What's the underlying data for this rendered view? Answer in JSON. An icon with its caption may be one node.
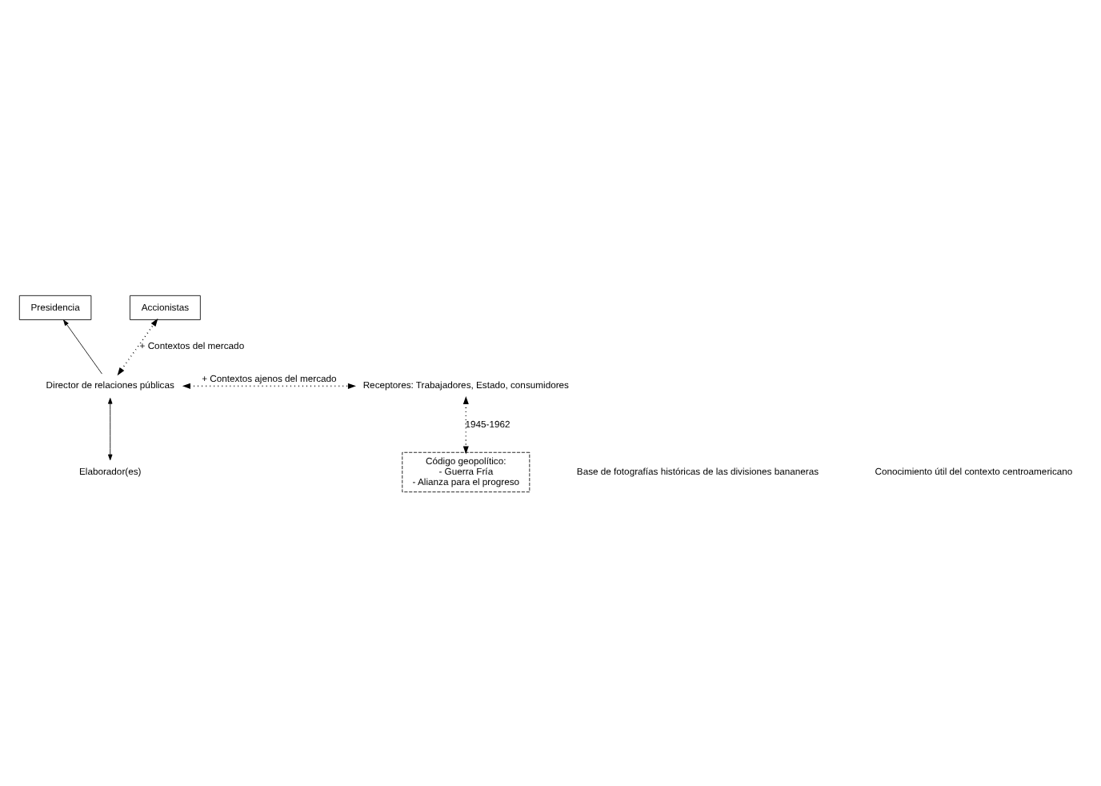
{
  "diagram": {
    "nodes": [
      {
        "text": [
          "Presidencia"
        ]
      },
      {
        "text": [
          "Director de relaciones públicas"
        ]
      },
      {
        "text": [
          "Elaborador(es)"
        ]
      },
      {
        "text": [
          "Accionistas"
        ]
      },
      {
        "text": [
          "Receptores: Trabajadores, Estado, consumidores"
        ]
      },
      {
        "text": [
          "Código geopolítico:",
          "- Guerra Fría",
          "- Alianza para el progreso"
        ]
      }
    ],
    "edges": [
      {
        "from": 1,
        "to": 0,
        "arrow": "to"
      },
      {
        "from": 1,
        "to": 2,
        "arrow": "both"
      },
      {
        "from": 1,
        "to": 3,
        "arrow": "both",
        "style": "dashed",
        "label": "+ Contextos del mercado"
      },
      {
        "from": 1,
        "to": 4,
        "arrow": "both",
        "style": "dashed",
        "label": "+ Contextos ajenos del mercado"
      },
      {
        "from": 4,
        "to": 5,
        "arrow": "both",
        "style": "dashed",
        "label": "1945-1962"
      }
    ],
    "labels": [
      "Base de fotografías históricas de las divisiones bananeras",
      "Conocimiento útil del contexto centroamericano"
    ]
  }
}
